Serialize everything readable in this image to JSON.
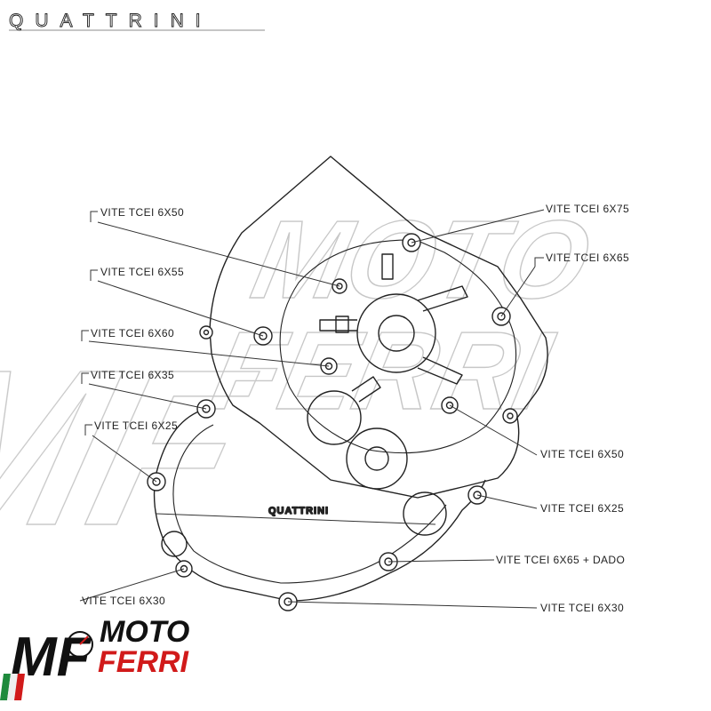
{
  "brand": {
    "name": "QUATTRINI",
    "engraving": "QUATTRINI"
  },
  "watermark": {
    "line1": "MOTO",
    "line2": "FERRI",
    "monogram": "MF"
  },
  "logo": {
    "monogram": "MF",
    "word1": "MOTO",
    "word2": "FERRI",
    "colors": {
      "red": "#d11a1a",
      "black": "#111111",
      "green": "#1e8a3c"
    }
  },
  "labels": [
    {
      "id": "l1",
      "text": "VITE TCEI 6X50"
    },
    {
      "id": "l2",
      "text": "VITE TCEI 6X55"
    },
    {
      "id": "l3",
      "text": "VITE TCEI 6X60"
    },
    {
      "id": "l4",
      "text": "VITE TCEI 6X35"
    },
    {
      "id": "l5",
      "text": "VITE TCEI 6X25"
    },
    {
      "id": "l6",
      "text": "VITE TCEI 6X30"
    },
    {
      "id": "r1",
      "text": "VITE TCEI 6X75"
    },
    {
      "id": "r2",
      "text": "VITE TCEI 6X65"
    },
    {
      "id": "r3",
      "text": "VITE TCEI 6X50"
    },
    {
      "id": "r4",
      "text": "VITE TCEI 6X25"
    },
    {
      "id": "r5",
      "text": "VITE TCEI 6X65 + DADO"
    },
    {
      "id": "r6",
      "text": "VITE TCEI 6X30"
    }
  ]
}
